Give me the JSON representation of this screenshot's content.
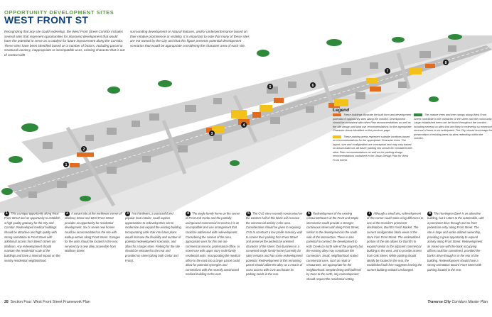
{
  "header": {
    "kicker": "OPPORTUNITY DEVELOPMENT SITES",
    "title": "WEST FRONT ST"
  },
  "intro": {
    "col1": "Recognizing that any site could redevelop, the West Front Street Corridor includes several sites that represent opportunities for improved development that would have the potential to serve as a catalyst for future improvement along the Corridor. These sites have been identified based on a number of factors, including parcel or structural vacancy, inappropriate or incompatible uses, existing character that is out of context with",
    "col2": "surrounding development or natural features, and/or underperformance based on their relative prominence or visibility. It is important to note that many of these sites are not owned by the City and that this figure presents potential development scenarios that would be appropriate considering the character area of each site."
  },
  "map": {
    "markers": [
      "1",
      "2",
      "3",
      "4",
      "5",
      "6",
      "7",
      "8"
    ]
  },
  "legend": {
    "title": "Legend",
    "orange_text": "These buildings illustrate the built form and development potential of opportunity sites along the corridor. Development should be consistent with other Plan recommendations as well as the site design and land use recommendations for the appropriate Character Areas identified on the previous page.",
    "yellow_text": "These parking areas represent suitable locations based on recommendations for the appropriate Character Area. The layout, size and configuration are conceptual and may vary based on actual build out. All future parking lots should be consistent with other Plan recommendations as well as the parking design recommendations contained in the Urban Design Plan for West Front Street.",
    "green_text": "The mature trees and tree canopy along West Front Street contribute to the character of the street and the community. Large established trees can be found throughout the corridor, including several on sites that are likely to redevelop so extensive removal of trees is not anticipated. The City should encourage the preservation of existing trees as sites redevelop within the corridor.",
    "colors": {
      "orange": "#e06d1f",
      "yellow": "#f2c21b",
      "green": "#2e8a3a"
    }
  },
  "notes": [
    {
      "num": "1",
      "text": "This a unique opportunity along West Front Street and an opportunity to establish a high quality gateway for the City and Corridor. Redeveloped medical buildings should be attractive and high quality with strong orientation to Front Street with additional access from Beech Street via Madison. Any redevelopment should maintain the residential scale of the buildings and have a minimal impact on the nearby residential neighborhood."
    },
    {
      "num": "2",
      "text": "A vacant site at the northwest corner of Madison Street and West Front Street provides an opportunity for residential development. Six or seven new homes could be accommodated on the site with walkup entries along Front Street. Garages for the units should be located in the rear, serviced by a new alley accessible from Madison Street."
    },
    {
      "num": "3",
      "text": "Ace Hardware, a successful and popular local retailer, could explore opportunities to redevelop their site to modernize and expand the existing building. Incorporating Little Oak into future plans would increase the flexibility and number of potential redevelopment scenarios, and allow for a larger store. Parking for the site should be relocated to the rear and provided on street (along both Cedar and Front)."
    },
    {
      "num": "4",
      "text": "The single family home on the corner of Front and Cedar and the partially unimproved commercial lot next to it is an incompatible land use arrangement that could be addressed with redevelopment. Considering the context of the area, appropriate uses for this site are commercial service, professional office, or mixed-use with upper story multi-family residential units. Incorporating the medical office to the east into a larger parcel could allow for potential synergies and connections with the recently constructed medical building to the east."
    },
    {
      "num": "5",
      "text": "The CVS store recently constructed on the western half of this block will increase the commercial activity in the area. Consideration should be given to requiring CVS to construct a low profile masonry wall to screen their parking from Front Street and preserve the pedestrian oriented character of the street. One business in a converted single family home (currently for sale) remains and has some redevelopment potential. Redevelopment of this remaining parcel should utilize the alley as a means of cross access with CVS and locate its parking needs in the rear."
    },
    {
      "num": "6",
      "text": "Redevelopment of the existing restaurant/tavern at the Front and Maple intersection could provide a stronger, continuous street wall along Front Street, similar to the development on the south side of the intersection. There is also potential to connect the development to Kids Creek on north side of the property but the existing alley may complicate this connection. Small, neighborhood scaled commercial uses, such as retail or restaurants, are appropriate for the neighborhood. Despite being well buffered by trees to the north, any redevelopment should respect the residential setting."
    },
    {
      "num": "7",
      "text": "Although a small site, redevelopment of this corner could make a big difference to one of the Corridor's prominent destinations, Burritt's Fresh Market. The current configuration block views of the store from Front Street. The underutilized portion of the site allows for Burritt's to expand similar to the adjacent commercial building to the west, and to provide access from Oak Street. While parking should ideally be located in the rear, the established built form suggests leaving the current building setback unchanged."
    },
    {
      "num": "8",
      "text": "The Huntington Bank is an attractive building, but it caters to the automobile, with a prominent drive through and no front pedestrian entry along Front Street. The site is large and under-utilized ownership, providing a great opportunity to expand activity along Front Street. Redevelopment as mixed-use with the bank occupying offices could be considered, provided the bank's drive-through is in the rear of the building. Redevelopment should have a strong orientation toward Front Street with parking located in the rear."
    }
  ],
  "footer": {
    "page_number": "28",
    "left_text": "Section Four: West Front Street Framework Plan",
    "right_bold": "Traverse City",
    "right_text": "Corridors Master Plan"
  }
}
